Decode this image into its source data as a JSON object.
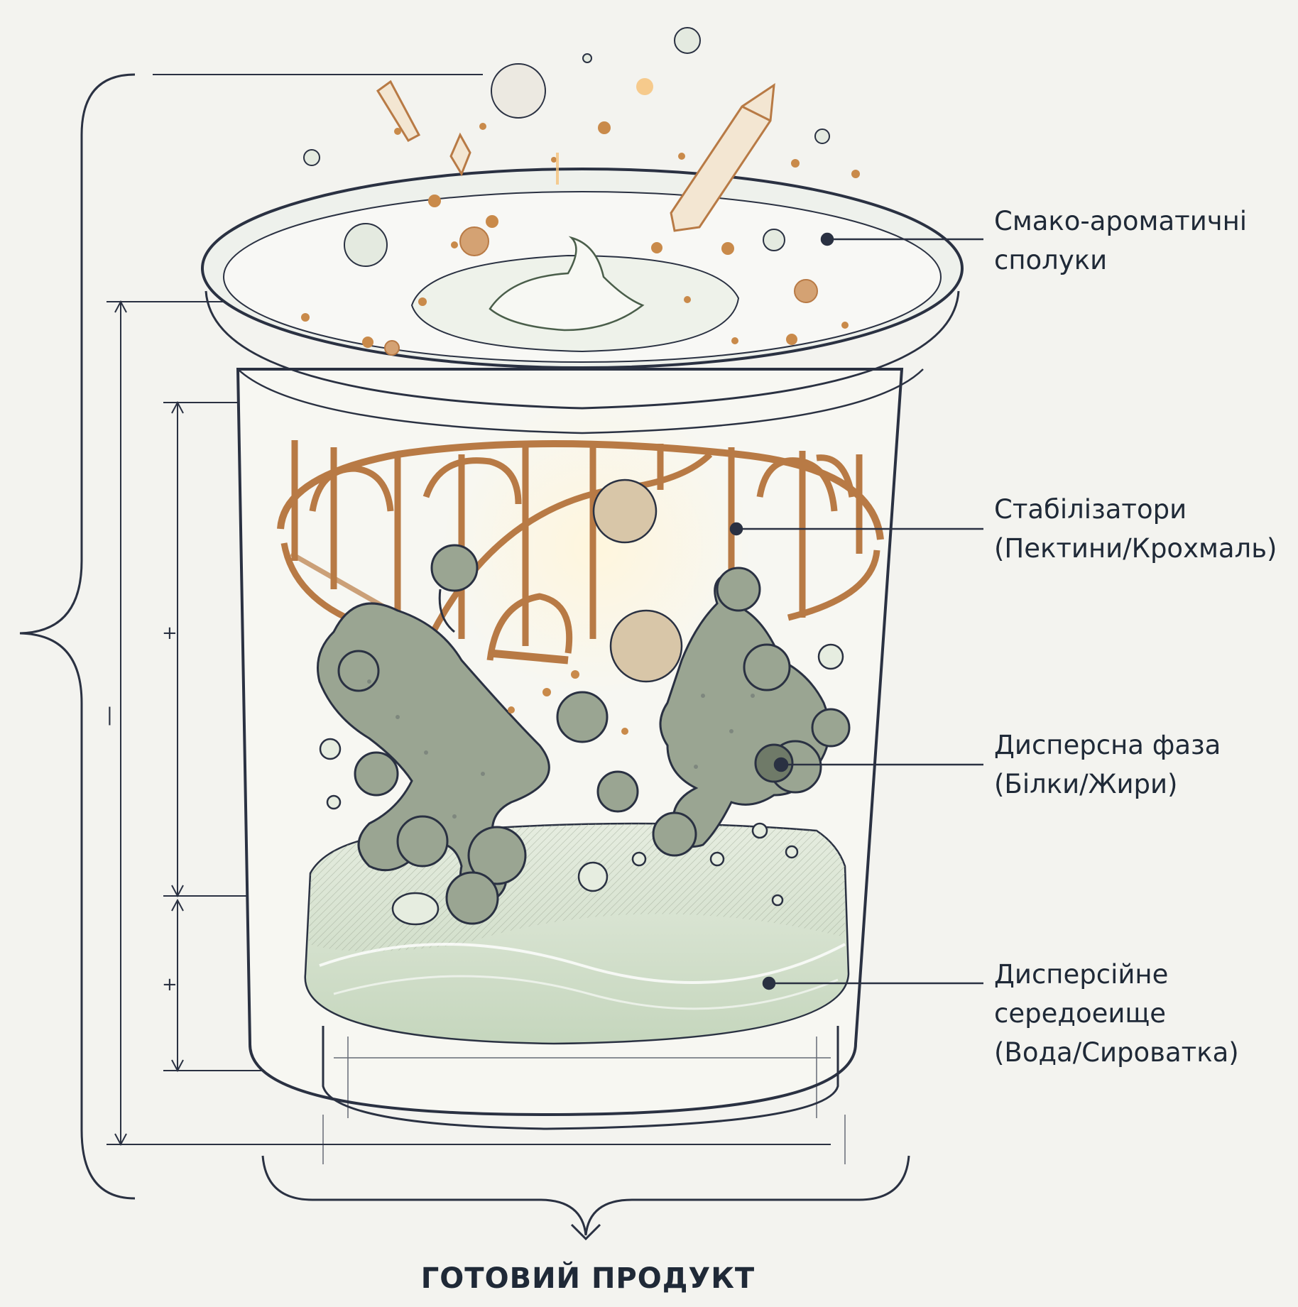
{
  "labels": {
    "flavor": {
      "line1": "Смако-ароматичні",
      "line2": "сполуки"
    },
    "stabilizers": {
      "line1": "Стабілізатори",
      "line2": "(Пектини/Крохмаль)"
    },
    "dispersed_phase": {
      "line1": "Дисперсна фаза",
      "line2": "(Білки/Жири)"
    },
    "dispersion_medium": {
      "line1": "Дисперсійне",
      "line2": "середоеище",
      "line3": "(Вода/Сироватка)"
    }
  },
  "product": {
    "label": "ГОТОВИЙ ПРОДУКТ"
  },
  "colors": {
    "line": "#2a3142",
    "copper": "#b87a45",
    "sage": "#9aa592",
    "whey": "#d7e3cf",
    "background": "#f3f3ef"
  }
}
